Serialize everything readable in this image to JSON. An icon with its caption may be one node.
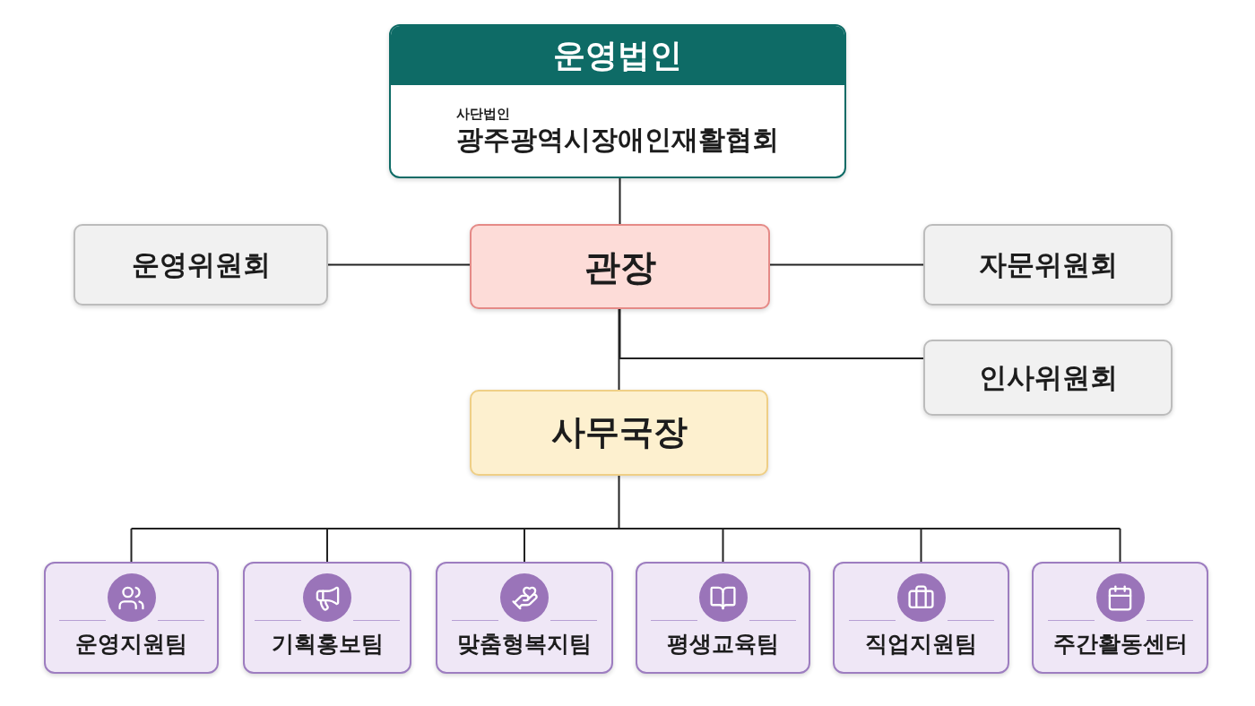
{
  "diagram": {
    "nodes": [
      {
        "text": [
          "운영법인",
          "사단법인",
          "광주광역시장애인재활협회"
        ]
      },
      {
        "text": [
          "운영위원회"
        ]
      },
      {
        "text": [
          "관장"
        ]
      },
      {
        "text": [
          "자문위원회"
        ]
      },
      {
        "text": [
          "인사위원회"
        ]
      },
      {
        "text": [
          "사무국장"
        ]
      },
      {
        "text": [
          "운영지원팀"
        ]
      },
      {
        "text": [
          "기획홍보팀"
        ]
      },
      {
        "text": [
          "맞춤형복지팀"
        ]
      },
      {
        "text": [
          "평생교육팀"
        ]
      },
      {
        "text": [
          "직업지원팀"
        ]
      },
      {
        "text": [
          "주간활동센터"
        ]
      }
    ],
    "edges": [
      {
        "from": 0,
        "to": 2,
        "arrow": "none"
      },
      {
        "from": 2,
        "to": 1,
        "arrow": "none"
      },
      {
        "from": 2,
        "to": 3,
        "arrow": "none"
      },
      {
        "from": 2,
        "to": 4,
        "arrow": "none"
      },
      {
        "from": 2,
        "to": 5,
        "arrow": "none"
      },
      {
        "from": 5,
        "to": 6,
        "arrow": "none"
      },
      {
        "from": 5,
        "to": 7,
        "arrow": "none"
      },
      {
        "from": 5,
        "to": 8,
        "arrow": "none"
      },
      {
        "from": 5,
        "to": 9,
        "arrow": "none"
      },
      {
        "from": 5,
        "to": 10,
        "arrow": "none"
      },
      {
        "from": 5,
        "to": 11,
        "arrow": "none"
      }
    ]
  }
}
